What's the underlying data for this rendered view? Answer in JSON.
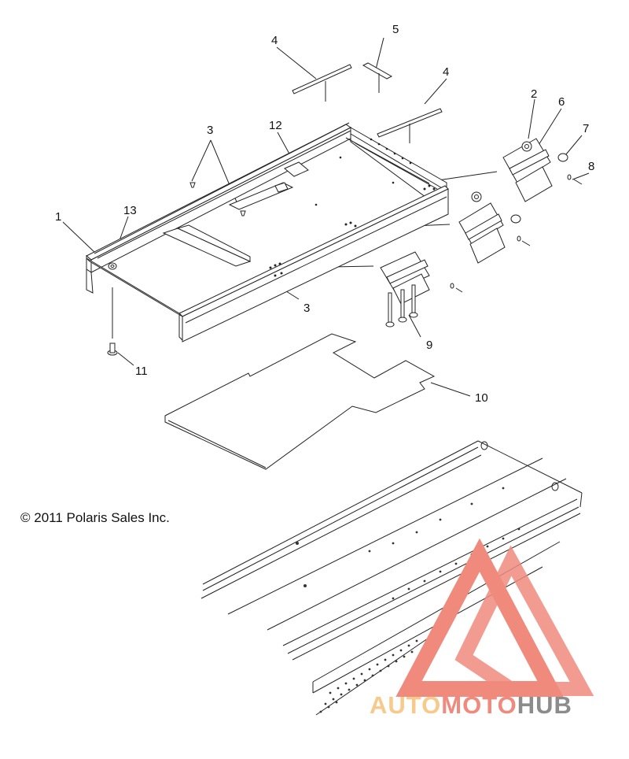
{
  "copyright": "© 2011 Polaris Sales Inc.",
  "callouts": [
    {
      "id": "c1",
      "label": "1"
    },
    {
      "id": "c2",
      "label": "2"
    },
    {
      "id": "c3a",
      "label": "3"
    },
    {
      "id": "c3b",
      "label": "3"
    },
    {
      "id": "c4a",
      "label": "4"
    },
    {
      "id": "c4b",
      "label": "4"
    },
    {
      "id": "c5",
      "label": "5"
    },
    {
      "id": "c6",
      "label": "6"
    },
    {
      "id": "c7",
      "label": "7"
    },
    {
      "id": "c8",
      "label": "8"
    },
    {
      "id": "c9",
      "label": "9"
    },
    {
      "id": "c10",
      "label": "10"
    },
    {
      "id": "c11",
      "label": "11"
    },
    {
      "id": "c12",
      "label": "12"
    },
    {
      "id": "c13",
      "label": "13"
    }
  ],
  "watermark": {
    "part1": "AUTO",
    "part2": "MOTO",
    "part3": "HUB",
    "color_orange": "#f7c98a",
    "color_red": "#f08a7c",
    "color_gray": "#8c8c8c"
  }
}
